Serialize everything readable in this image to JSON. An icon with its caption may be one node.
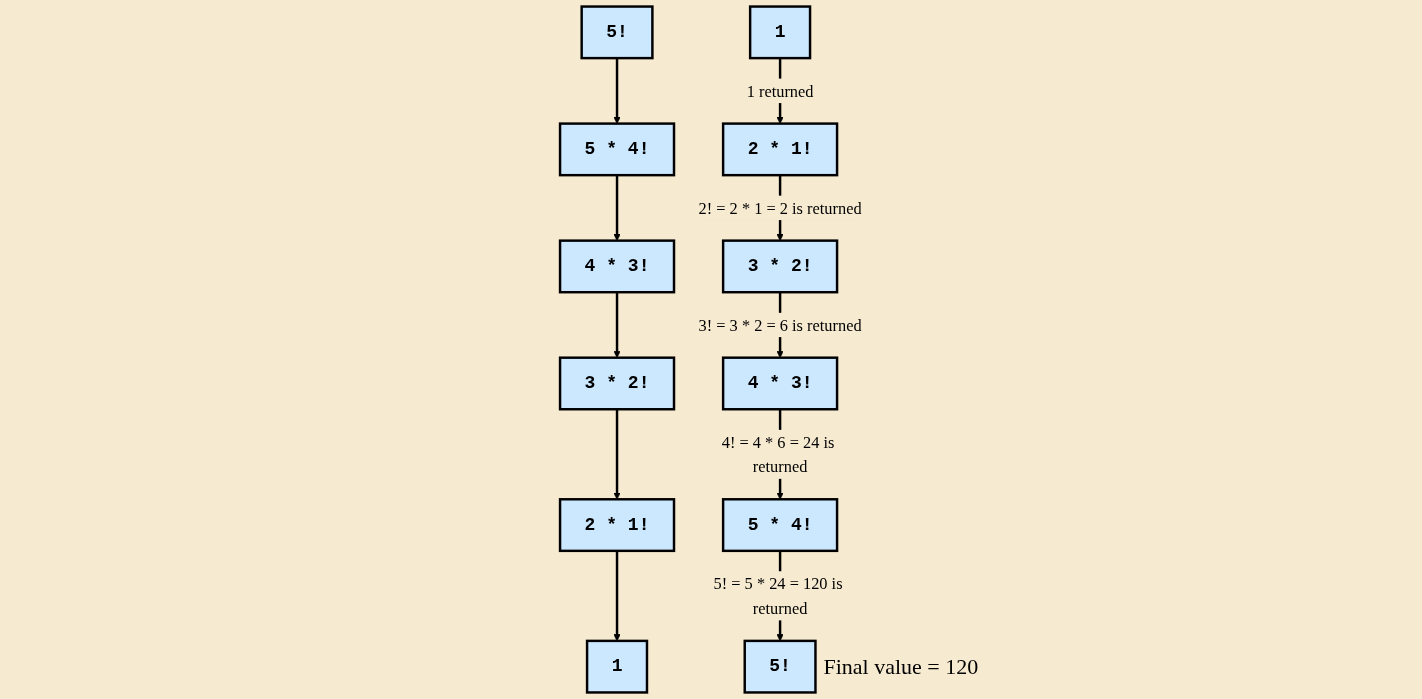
{
  "diagram": {
    "nodes": [
      {
        "text": [
          "5!"
        ]
      },
      {
        "text": [
          "5 * 4!"
        ]
      },
      {
        "text": [
          "4 * 3!"
        ]
      },
      {
        "text": [
          "3 * 2!"
        ]
      },
      {
        "text": [
          "2 * 1!"
        ]
      },
      {
        "text": [
          "1"
        ]
      },
      {
        "text": [
          "5!"
        ],
        "beside": [
          "Final value = 120"
        ]
      },
      {
        "text": [
          "5 * 4!"
        ]
      },
      {
        "text": [
          "4 * 3!"
        ]
      },
      {
        "text": [
          "3 * 2!"
        ]
      },
      {
        "text": [
          "2 * 1!"
        ]
      },
      {
        "text": [
          "1"
        ]
      }
    ],
    "edges": [
      {
        "from": 0,
        "to": 1,
        "arrow": "to"
      },
      {
        "from": 1,
        "to": 2,
        "arrow": "to"
      },
      {
        "from": 2,
        "to": 3,
        "arrow": "to"
      },
      {
        "from": 3,
        "to": 4,
        "arrow": "to"
      },
      {
        "from": 4,
        "to": 5,
        "arrow": "to"
      },
      {
        "from": 7,
        "to": 6,
        "arrow": "to",
        "label": "5! = 5 * 24 = 120 is returned"
      },
      {
        "from": 8,
        "to": 7,
        "arrow": "to",
        "label": "4! = 4 * 6 = 24 is returned"
      },
      {
        "from": 9,
        "to": 8,
        "arrow": "to",
        "label": "3! = 3 * 2 = 6 is returned"
      },
      {
        "from": 10,
        "to": 9,
        "arrow": "to",
        "label": "2! = 2 * 1 = 2 is returned"
      },
      {
        "from": 11,
        "to": 10,
        "arrow": "to",
        "label": "1 returned"
      }
    ]
  }
}
